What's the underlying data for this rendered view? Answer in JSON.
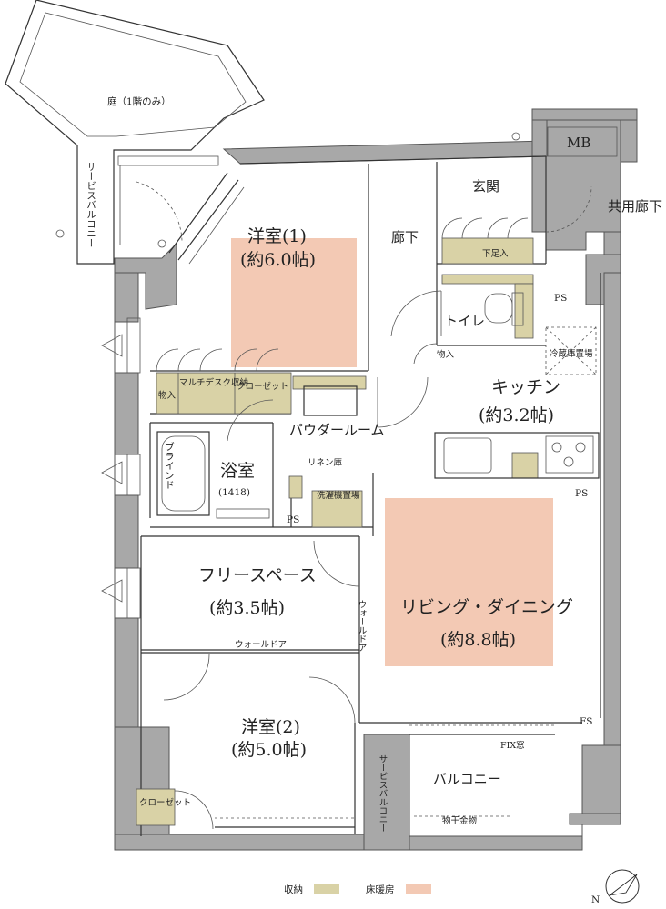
{
  "rooms": {
    "garden": "庭（1階のみ）",
    "service_balcony_top": "サービスバルコニー",
    "mb": "MB",
    "common_corridor": "共用廊下",
    "entrance": "玄関",
    "shoe_storage": "下足入",
    "hallway": "廊下",
    "western_room1_name": "洋室(1)",
    "western_room1_size": "(約6.0帖)",
    "toilet": "トイレ",
    "storage_small": "物入",
    "ps_1": "PS",
    "fridge": "冷蔵庫置場",
    "storage_left": "物入",
    "multi_desk": "マルチデスク収納",
    "closet": "クローゼット",
    "kitchen_name": "キッチン",
    "kitchen_size": "(約3.2帖)",
    "powder_room": "パウダールーム",
    "linen": "リネン庫",
    "bath_name": "浴室",
    "bath_size": "(1418)",
    "blind": "ブラインド",
    "laundry": "洗濯機置場",
    "ps_2": "PS",
    "ps_3": "PS",
    "free_space_name": "フリースペース",
    "free_space_size": "(約3.5帖)",
    "living_name": "リビング・ダイニング",
    "living_size": "(約8.8帖)",
    "wall_door_h": "ウォールドア",
    "wall_door_v": "ウォールドア",
    "western_room2_name": "洋室(2)",
    "western_room2_size": "(約5.0帖)",
    "fs": "FS",
    "fix_window": "FIX窓",
    "service_balcony_bottom": "サービスバルコニー",
    "balcony": "バルコニー",
    "drying_rack": "物干金物",
    "closet_bottom": "クローゼット"
  },
  "legend": {
    "storage_label": "収納",
    "heating_label": "床暖房",
    "storage_color": "#d9d2a6",
    "heating_color": "#f3c9b4"
  },
  "compass": {
    "label": "N"
  }
}
